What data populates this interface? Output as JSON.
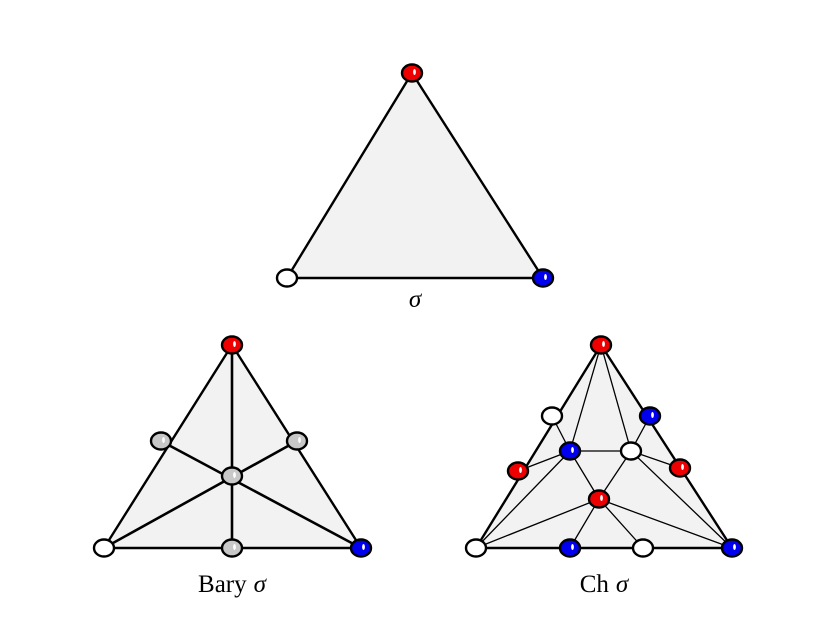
{
  "diagrams": {
    "top": {
      "caption": "σ"
    },
    "left": {
      "caption_prefix": "Bary",
      "caption_symbol": "σ"
    },
    "right": {
      "caption_prefix": "Ch",
      "caption_symbol": "σ"
    }
  },
  "colors": {
    "red": "#ee0000",
    "blue": "#0000ee",
    "white": "#ffffff",
    "gray": "#c8c8c8",
    "face": "#f2f2f2",
    "edge": "#000000"
  }
}
